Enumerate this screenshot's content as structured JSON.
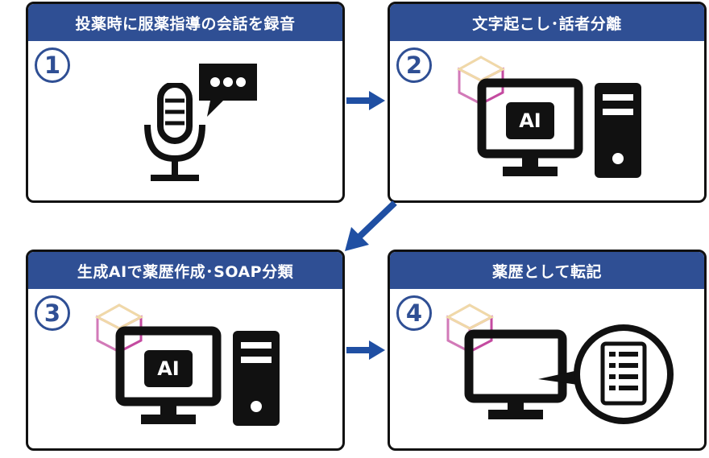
{
  "steps": [
    {
      "number": "1",
      "title": "投薬時に服薬指導の会話を録音"
    },
    {
      "number": "2",
      "title": "文字起こし･話者分離"
    },
    {
      "number": "3",
      "title": "生成AIで薬歴作成･SOAP分類"
    },
    {
      "number": "4",
      "title": "薬歴として転記"
    }
  ],
  "ai_label": "AI",
  "colors": {
    "header": "#2f4f94",
    "arrow": "#1f4fa3",
    "outline": "#111111",
    "badge": "#c44aa0"
  }
}
